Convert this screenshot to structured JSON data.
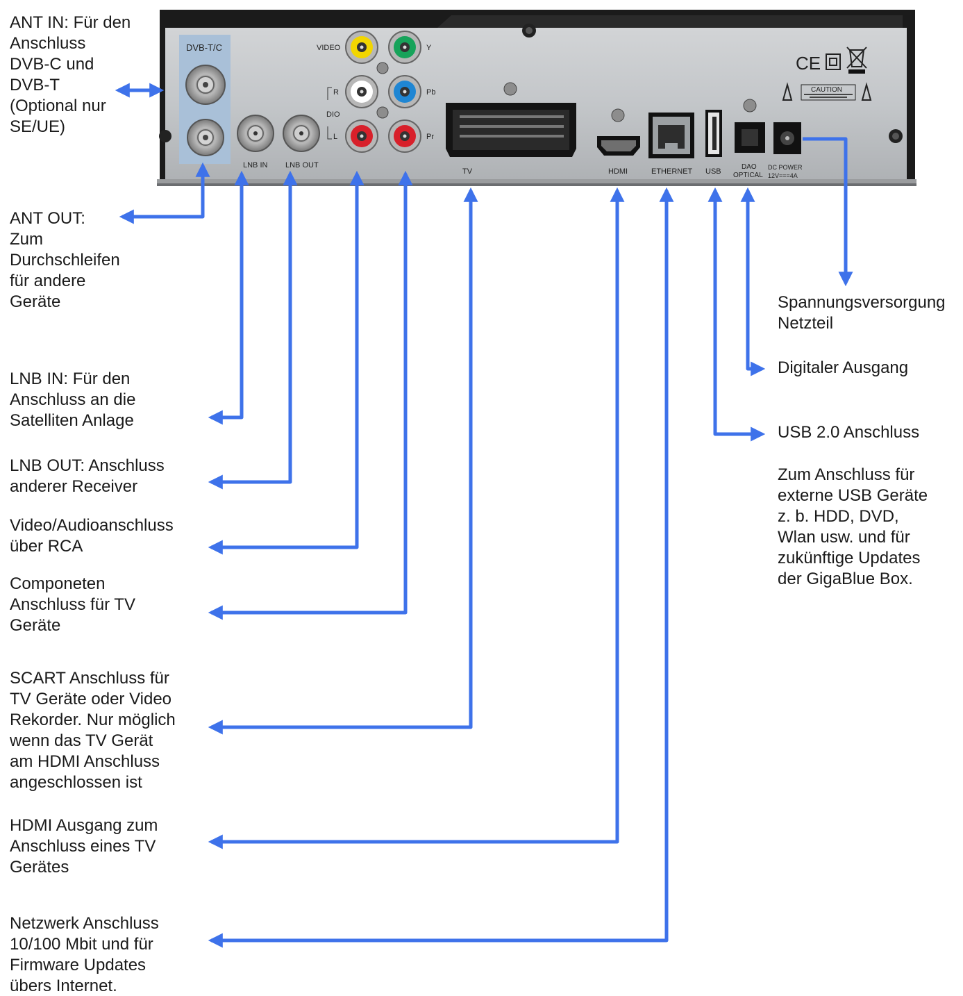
{
  "device": {
    "port_labels": {
      "dvb": "DVB-T/C",
      "video": "VIDEO",
      "y": "Y",
      "r": "R",
      "dio": "DIO",
      "pb": "Pb",
      "l": "L",
      "pr": "Pr",
      "lnb_in": "LNB IN",
      "lnb_out": "LNB OUT",
      "tv": "TV",
      "hdmi": "HDMI",
      "ethernet": "ETHERNET",
      "usb": "USB",
      "dao": "DAO",
      "optical": "OPTICAL",
      "dc_power": "DC POWER",
      "dc_rating": "12V===4A",
      "caution": "CAUTION",
      "ce": "CE"
    },
    "colors": {
      "panel": "#c4c7ca",
      "chassis": "#1b1b1b",
      "rca_yellow": "#f2d600",
      "rca_green": "#17a35a",
      "rca_blue": "#1f86d3",
      "rca_red": "#d8202a",
      "rca_white": "#ffffff",
      "arrow": "#3e72ea"
    }
  },
  "labels": {
    "ant_in": "ANT IN: Für den\nAnschluss\nDVB-C und\nDVB-T\n(Optional nur\nSE/UE)",
    "ant_out": "ANT OUT:\nZum\nDurchschleifen\nfür andere\nGeräte",
    "lnb_in": "LNB IN: Für den\nAnschluss an die\nSatelliten Anlage",
    "lnb_out": "LNB OUT: Anschluss\nanderer Receiver",
    "video_audio": "Video/Audioanschluss\nüber RCA",
    "component": "Componeten\nAnschluss für TV\nGeräte",
    "scart": "SCART Anschluss für\nTV Geräte oder Video\nRekorder. Nur möglich\nwenn das TV Gerät\nam HDMI Anschluss\nangeschlossen ist",
    "hdmi": "HDMI Ausgang zum\nAnschluss eines TV\nGerätes",
    "network": "Netzwerk Anschluss\n10/100 Mbit und für\nFirmware Updates\nübers Internet.",
    "power": "Spannungsversorgung\nNetzteil",
    "digital": "Digitaler Ausgang",
    "usb": "USB 2.0 Anschluss",
    "usb_desc": "Zum Anschluss für\nexterne USB Geräte\nz. b. HDD, DVD,\nWlan usw. und für\nzukünftige Updates\nder GigaBlue Box."
  }
}
